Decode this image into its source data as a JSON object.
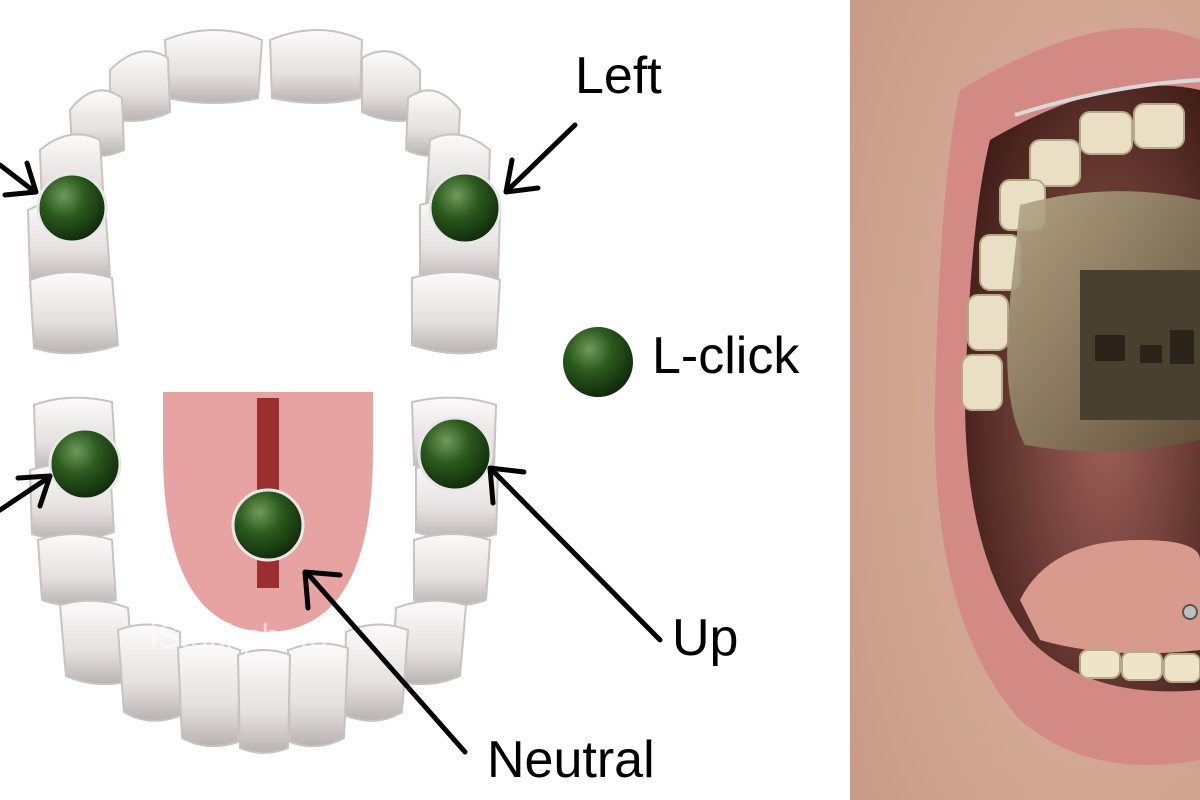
{
  "labels": {
    "left": "Left",
    "lclick": "L-click",
    "up": "Up",
    "neutral": "Neutral"
  },
  "watermark": "iStockphoto",
  "colors": {
    "sensor": "#2b5a1e",
    "tongue": "#e7a3a1",
    "tongue_line": "#9b2f2f",
    "tooth": "#f1eeee",
    "tooth_shade": "#b9b2b2"
  },
  "icons": {
    "sensor": "green-sphere",
    "arrow": "pointer-arrow"
  }
}
